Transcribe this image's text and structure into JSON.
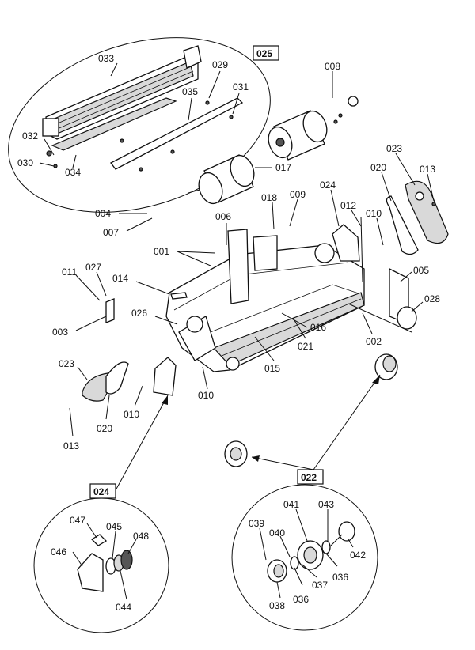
{
  "diagram": {
    "callouts": [
      "025",
      "024",
      "022"
    ],
    "parts": [
      "033",
      "029",
      "031",
      "035",
      "032",
      "030",
      "034",
      "017",
      "008",
      "023",
      "020",
      "013",
      "024",
      "012",
      "010",
      "018",
      "009",
      "006",
      "004",
      "007",
      "001",
      "011",
      "027",
      "014",
      "003",
      "026",
      "005",
      "028",
      "016",
      "002",
      "021",
      "015",
      "023b",
      "020b",
      "010b",
      "010c",
      "013b",
      "047",
      "045",
      "048",
      "046",
      "044",
      "041",
      "043",
      "039",
      "040",
      "042",
      "037",
      "036",
      "036b",
      "038"
    ],
    "labels": {
      "033": "033",
      "029": "029",
      "031": "031",
      "035": "035",
      "032": "032",
      "030": "030",
      "034": "034",
      "017": "017",
      "008": "008",
      "023": "023",
      "020": "020",
      "013": "013",
      "024": "024",
      "012": "012",
      "010": "010",
      "018": "018",
      "009": "009",
      "006": "006",
      "004": "004",
      "007": "007",
      "001": "001",
      "011": "011",
      "027": "027",
      "014": "014",
      "003": "003",
      "026": "026",
      "005": "005",
      "028": "028",
      "016": "016",
      "002": "002",
      "021": "021",
      "015": "015",
      "023b": "023",
      "020b": "020",
      "010b": "010",
      "010c": "010",
      "013b": "013",
      "047": "047",
      "045": "045",
      "048": "048",
      "046": "046",
      "044": "044",
      "041": "041",
      "043": "043",
      "039": "039",
      "040": "040",
      "042": "042",
      "037": "037",
      "036": "036",
      "036b": "036",
      "038": "038",
      "box025": "025",
      "box024": "024",
      "box022": "022"
    }
  }
}
